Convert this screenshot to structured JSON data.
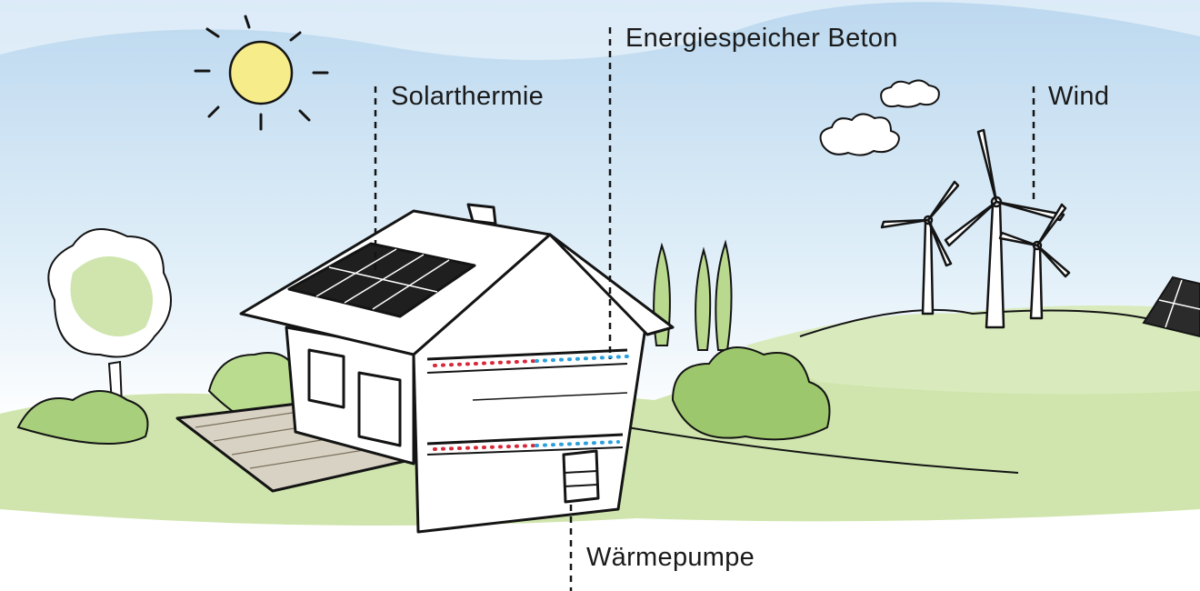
{
  "labels": {
    "solarthermie": "Solarthermie",
    "energiespeicher": "Energiespeicher Beton",
    "wind": "Wind",
    "waermepumpe": "Wärmepumpe"
  },
  "colors": {
    "sky": "#cfe4f4",
    "grass": "#c9e2a6",
    "sun": "#f7ec8a",
    "heat_dots": "#d8283a",
    "cool_dots": "#2aa0dc",
    "ink": "#141414"
  },
  "icons": [
    "sun-icon",
    "cloud-icon",
    "wind-turbine-icon",
    "house-icon",
    "solar-panel-icon",
    "tree-icon",
    "heat-pump-icon"
  ]
}
